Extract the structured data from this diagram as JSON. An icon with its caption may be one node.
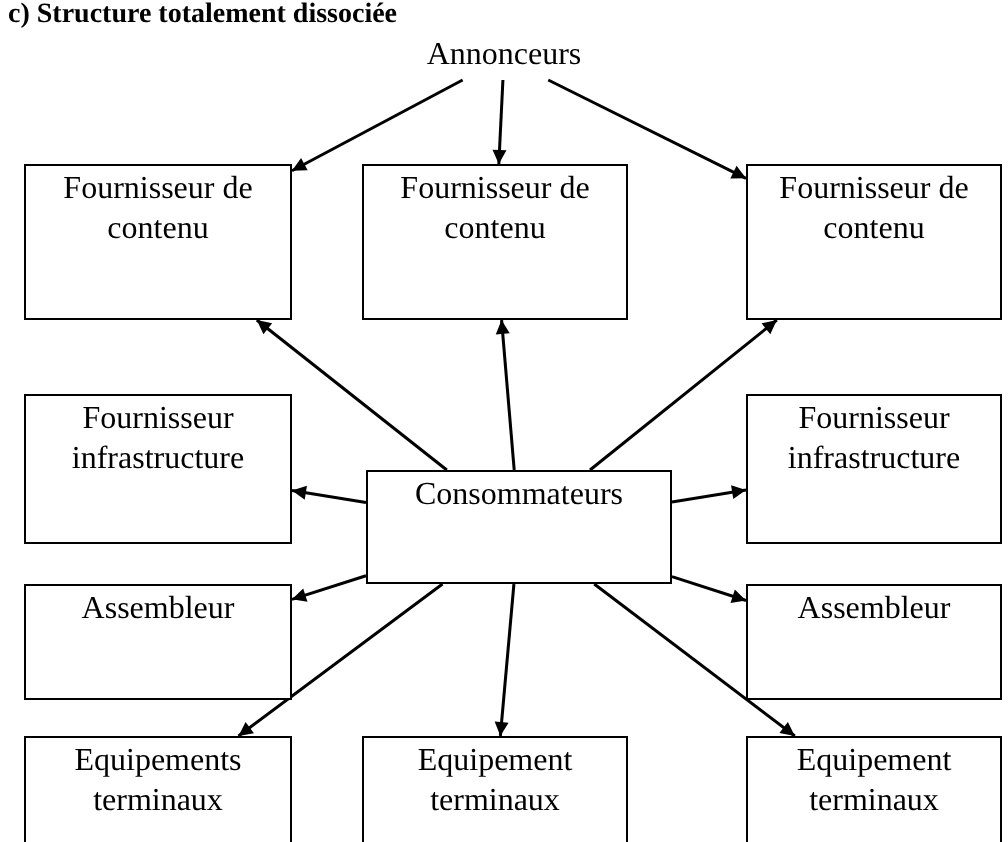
{
  "diagram": {
    "title": "c) Structure totalement dissociée",
    "nodes": [
      {
        "text": [
          "Annonceurs"
        ]
      },
      {
        "text": [
          "Fournisseur de contenu"
        ]
      },
      {
        "text": [
          "Fournisseur de contenu"
        ]
      },
      {
        "text": [
          "Fournisseur de contenu"
        ]
      },
      {
        "text": [
          "Fournisseur infrastructure"
        ]
      },
      {
        "text": [
          "Consommateurs"
        ]
      },
      {
        "text": [
          "Fournisseur infrastructure"
        ]
      },
      {
        "text": [
          "Assembleur"
        ]
      },
      {
        "text": [
          "Assembleur"
        ]
      },
      {
        "text": [
          "Equipements terminaux"
        ]
      },
      {
        "text": [
          "Equipement terminaux"
        ]
      },
      {
        "text": [
          "Equipement terminaux"
        ]
      }
    ],
    "edges": [
      {
        "from": 0,
        "to": 1,
        "arrow": "to"
      },
      {
        "from": 0,
        "to": 2,
        "arrow": "to"
      },
      {
        "from": 0,
        "to": 3,
        "arrow": "to"
      },
      {
        "from": 5,
        "to": 1,
        "arrow": "to"
      },
      {
        "from": 5,
        "to": 2,
        "arrow": "to"
      },
      {
        "from": 5,
        "to": 3,
        "arrow": "to"
      },
      {
        "from": 5,
        "to": 4,
        "arrow": "to"
      },
      {
        "from": 5,
        "to": 6,
        "arrow": "to"
      },
      {
        "from": 5,
        "to": 7,
        "arrow": "to"
      },
      {
        "from": 5,
        "to": 8,
        "arrow": "to"
      },
      {
        "from": 5,
        "to": 9,
        "arrow": "to"
      },
      {
        "from": 5,
        "to": 10,
        "arrow": "to"
      },
      {
        "from": 5,
        "to": 11,
        "arrow": "to"
      }
    ]
  }
}
